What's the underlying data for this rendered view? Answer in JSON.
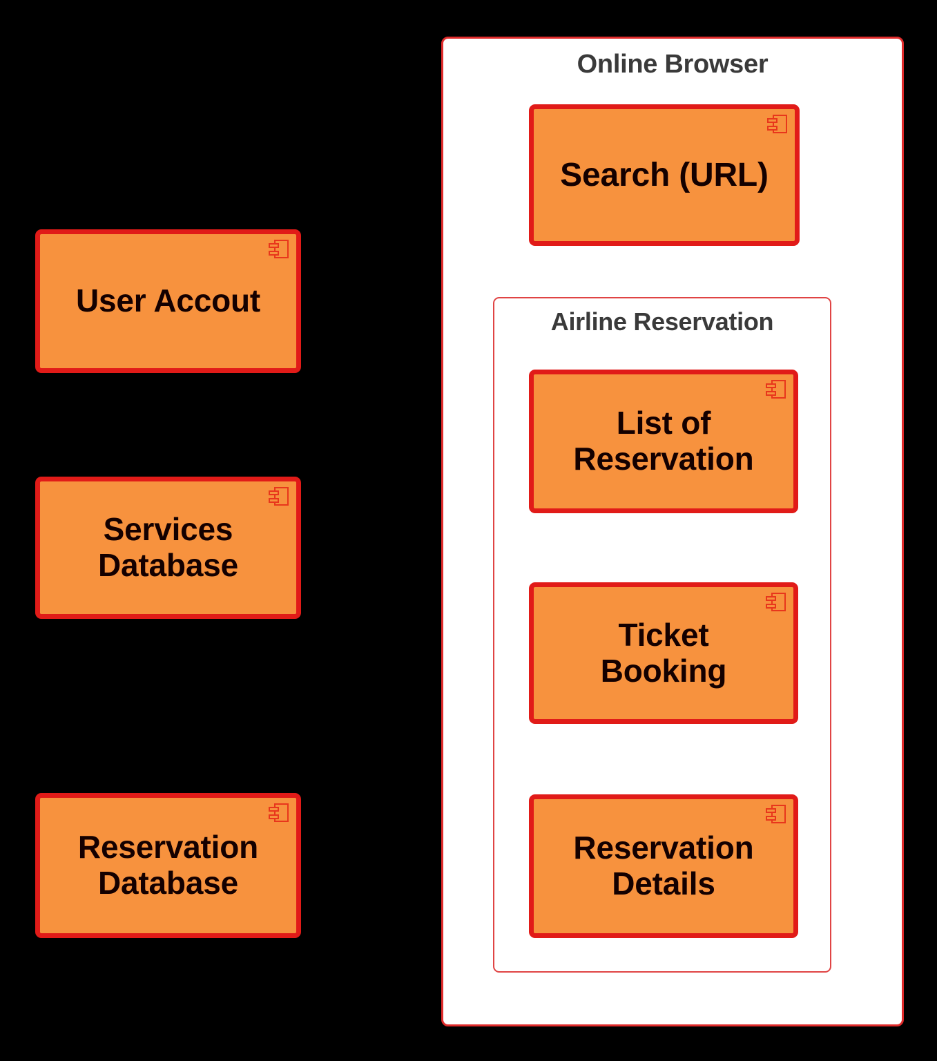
{
  "diagram": {
    "type": "uml-component-diagram",
    "background_color": "#000000",
    "component_fill": "#F7923E",
    "component_border": "#E11B18",
    "container_fill": "#FFFFFF",
    "container_border": "#E02B2B",
    "component_text_color": "#140000",
    "container_text_color": "#3A3A3A",
    "icon_name": "uml-component-icon"
  },
  "standalone_components": [
    {
      "id": "user-accout",
      "label": "User Accout",
      "icon": "uml-component-icon"
    },
    {
      "id": "services-database",
      "label": "Services\nDatabase",
      "icon": "uml-component-icon"
    },
    {
      "id": "reservation-database",
      "label": "Reservation\nDatabase",
      "icon": "uml-component-icon"
    }
  ],
  "online_browser": {
    "title": "Online Browser",
    "components": [
      {
        "id": "search-url",
        "label": "Search (URL)",
        "icon": "uml-component-icon"
      }
    ],
    "airline_reservation": {
      "title": "Airline Reservation",
      "components": [
        {
          "id": "list-of-reservation",
          "label": "List of\nReservation",
          "icon": "uml-component-icon"
        },
        {
          "id": "ticket-booking",
          "label": "Ticket\nBooking",
          "icon": "uml-component-icon"
        },
        {
          "id": "reservation-details",
          "label": "Reservation\nDetails",
          "icon": "uml-component-icon"
        }
      ]
    }
  }
}
